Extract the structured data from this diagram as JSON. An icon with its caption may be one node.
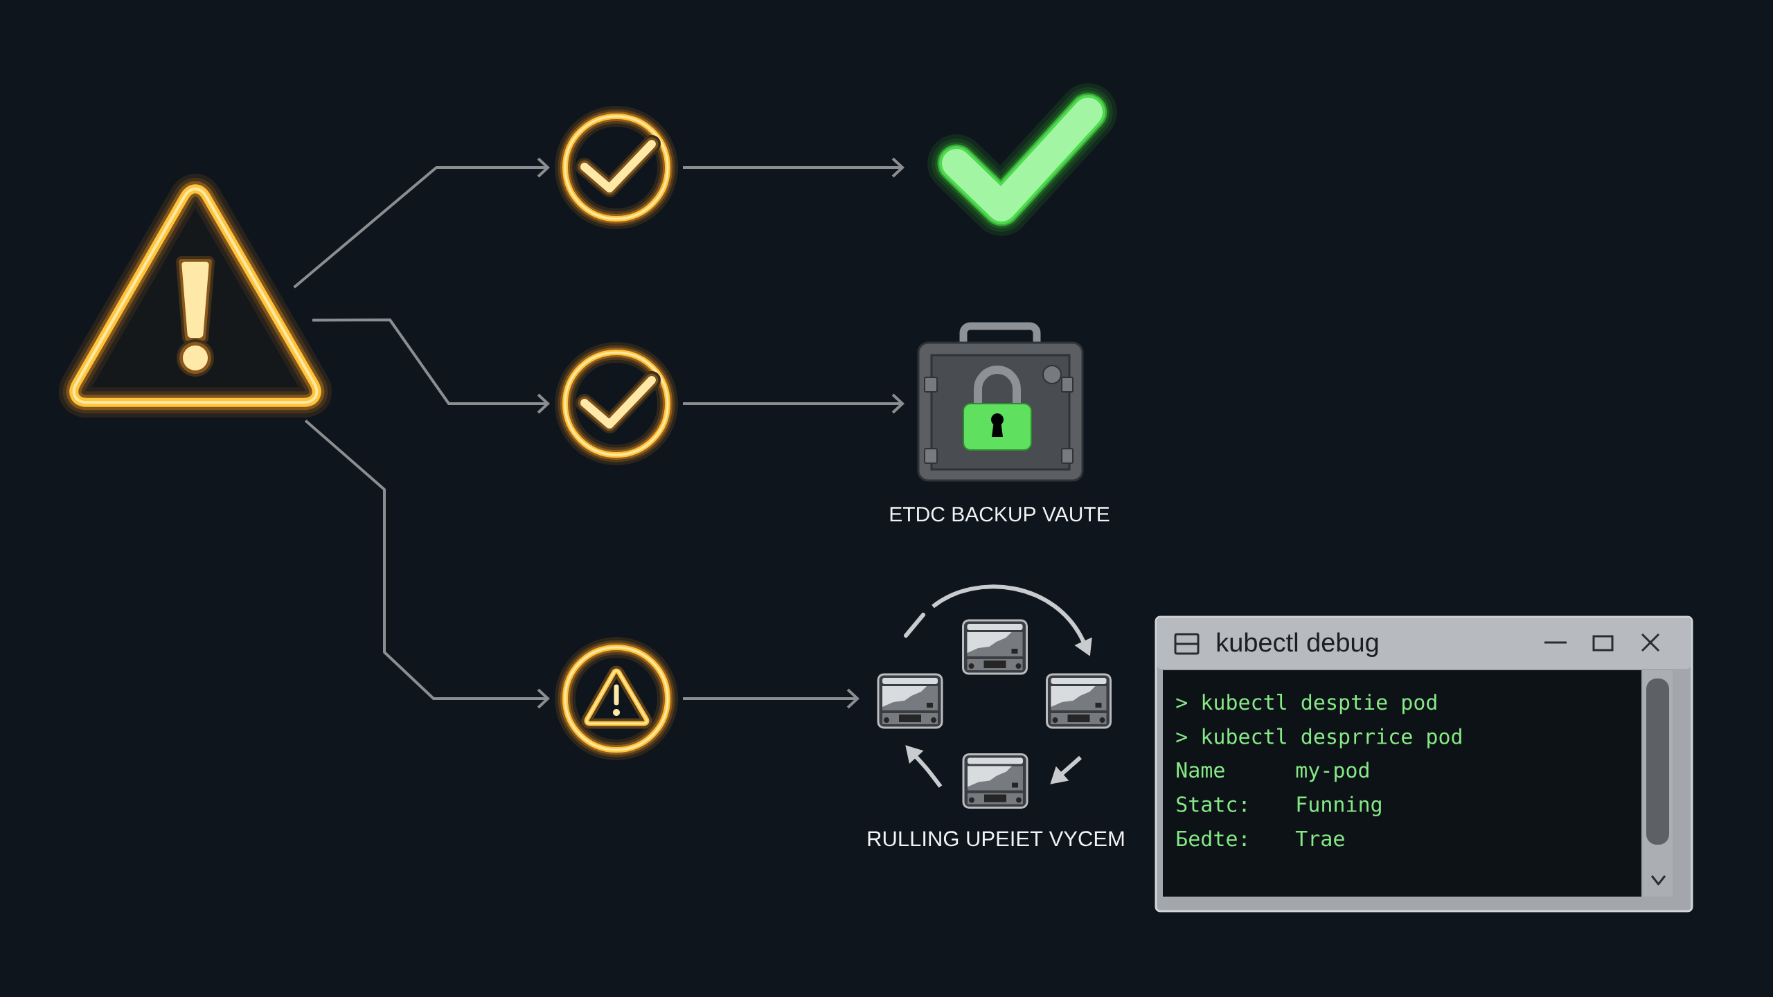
{
  "diagram": {
    "nodes": [
      {
        "text": [],
        "shape": "triangle"
      },
      {
        "text": [],
        "shape": "circle"
      },
      {
        "text": [],
        "shape": "picture"
      },
      {
        "text": [],
        "shape": "circle"
      },
      {
        "text": [
          "ETDC BACKUP VAUTE"
        ]
      },
      {
        "text": [],
        "shape": "circle"
      },
      {
        "text": [
          "RULLING UPEIET VYCEM"
        ]
      },
      {
        "text": [
          "kubectl debug",
          "> kubectl desptie pod",
          "> kubectl desprrice pod",
          "Name",
          "my-pod",
          "Statc:",
          "Funning",
          "Бedte:",
          "Trae"
        ]
      }
    ],
    "edges": [
      {
        "from": 0,
        "to": 1,
        "arrow": "to"
      },
      {
        "from": 0,
        "to": 3,
        "arrow": "to"
      },
      {
        "from": 0,
        "to": 5,
        "arrow": "to"
      },
      {
        "from": 1,
        "to": 2,
        "arrow": "to"
      },
      {
        "from": 3,
        "to": 4,
        "arrow": "to"
      },
      {
        "from": 5,
        "to": 6,
        "arrow": "to"
      }
    ]
  }
}
